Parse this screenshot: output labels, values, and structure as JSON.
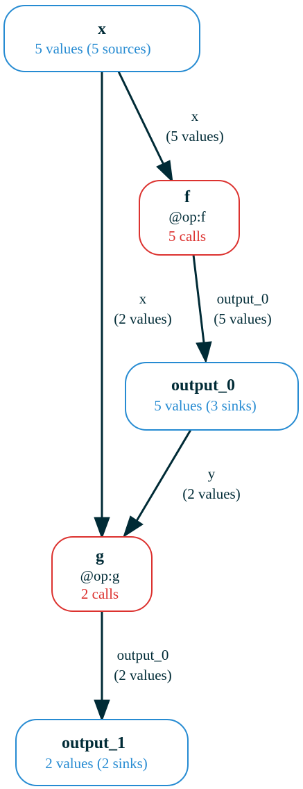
{
  "colors": {
    "variable_border": "#268bd2",
    "variable_text": "#268bd2",
    "op_border": "#dc322f",
    "op_calls_text": "#dc322f",
    "dark_text": "#002b36",
    "edge": "#002b36"
  },
  "nodes": {
    "x": {
      "title": "x",
      "subtitle": "5 values (5 sources)"
    },
    "f": {
      "title": "f",
      "op": "@op:f",
      "calls": "5 calls"
    },
    "output_0": {
      "title": "output_0",
      "subtitle": "5 values (3 sinks)"
    },
    "g": {
      "title": "g",
      "op": "@op:g",
      "calls": "2 calls"
    },
    "output_1": {
      "title": "output_1",
      "subtitle": "2 values (2 sinks)"
    }
  },
  "edges": {
    "x_to_f": {
      "name": "x",
      "count": "(5 values)"
    },
    "x_to_g": {
      "name": "x",
      "count": "(2 values)"
    },
    "f_to_output_0": {
      "name": "output_0",
      "count": "(5 values)"
    },
    "output_0_to_g": {
      "name": "y",
      "count": "(2 values)"
    },
    "g_to_output_1": {
      "name": "output_0",
      "count": "(2 values)"
    }
  }
}
